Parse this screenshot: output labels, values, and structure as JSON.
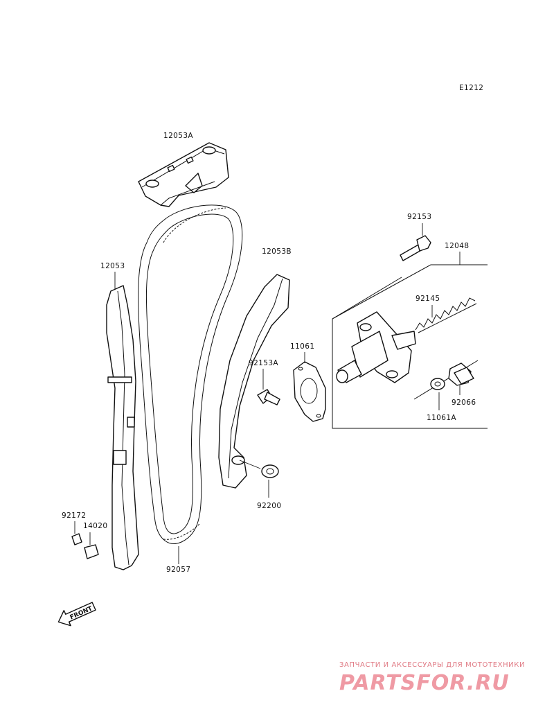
{
  "diagram_code": "E1212",
  "parts": {
    "guide_top": "12053A",
    "guide_front": "12053",
    "guide_rear": "12053B",
    "chain": "92057",
    "bolt_top": "92153",
    "tensioner": "12048",
    "spring": "92145",
    "gasket": "11061",
    "bolt_guide": "92153A",
    "washer_guide": "92200",
    "bolt_small": "92172",
    "collar": "14020",
    "washer_cap": "11061A",
    "cap_bolt": "92066"
  },
  "front_arrow": "FRONT",
  "watermark": {
    "tagline": "ЗАПЧАСТИ И АКСЕССУАРЫ ДЛЯ МОТОТЕХНИКИ",
    "logo": "PARTSFOR.RU"
  }
}
